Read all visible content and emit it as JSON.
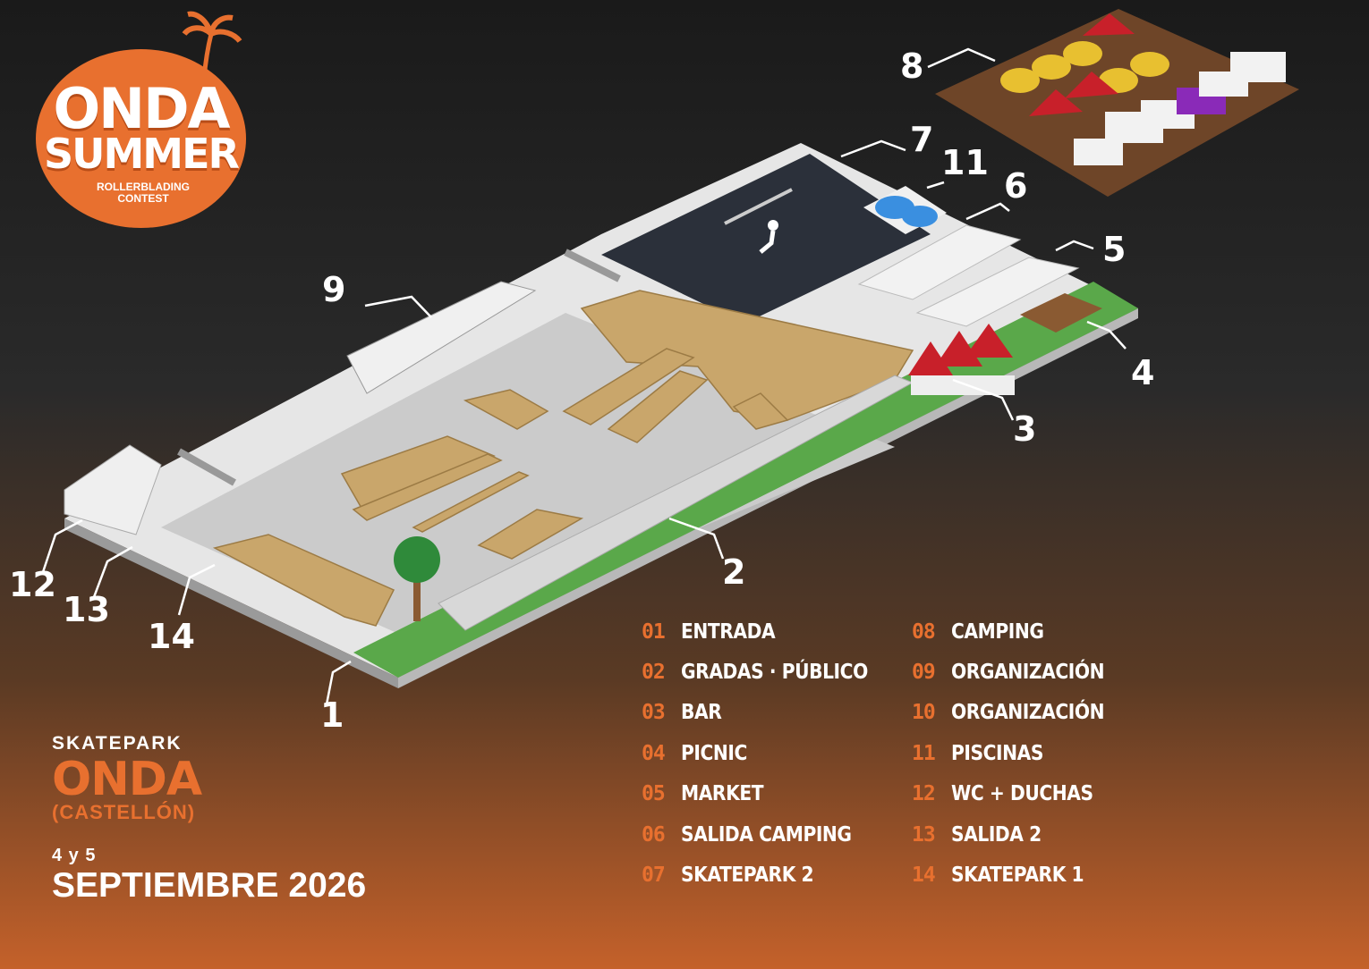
{
  "logo": {
    "line1": "ONDA",
    "line2": "SUMMER",
    "line3": "ROLLERBLADING CONTEST"
  },
  "info": {
    "subtitle": "SKATEPARK",
    "title": "ONDA",
    "location": "(CASTELLÓN)",
    "days": "4 y 5",
    "month": "SEPTIEMBRE 2026"
  },
  "map_labels": [
    "1",
    "2",
    "3",
    "4",
    "5",
    "6",
    "7",
    "8",
    "9",
    "11",
    "12",
    "13",
    "14"
  ],
  "legend": [
    {
      "num": "01",
      "label": "ENTRADA"
    },
    {
      "num": "02",
      "label": "GRADAS · PÚBLICO"
    },
    {
      "num": "03",
      "label": "BAR"
    },
    {
      "num": "04",
      "label": "PICNIC"
    },
    {
      "num": "05",
      "label": "MARKET"
    },
    {
      "num": "06",
      "label": "SALIDA CAMPING"
    },
    {
      "num": "07",
      "label": "SKATEPARK 2"
    },
    {
      "num": "08",
      "label": "CAMPING"
    },
    {
      "num": "09",
      "label": "ORGANIZACIÓN"
    },
    {
      "num": "10",
      "label": "ORGANIZACIÓN"
    },
    {
      "num": "11",
      "label": "PISCINAS"
    },
    {
      "num": "12",
      "label": "WC + DUCHAS"
    },
    {
      "num": "13",
      "label": "SALIDA 2"
    },
    {
      "num": "14",
      "label": "SKATEPARK 1"
    }
  ],
  "colors": {
    "accent": "#e8702f",
    "ramp": "#c9a66b",
    "ground": "#e4e4e4",
    "concrete": "#cfcfcf",
    "grass": "#5aa84a",
    "court": "#2a2f38"
  }
}
